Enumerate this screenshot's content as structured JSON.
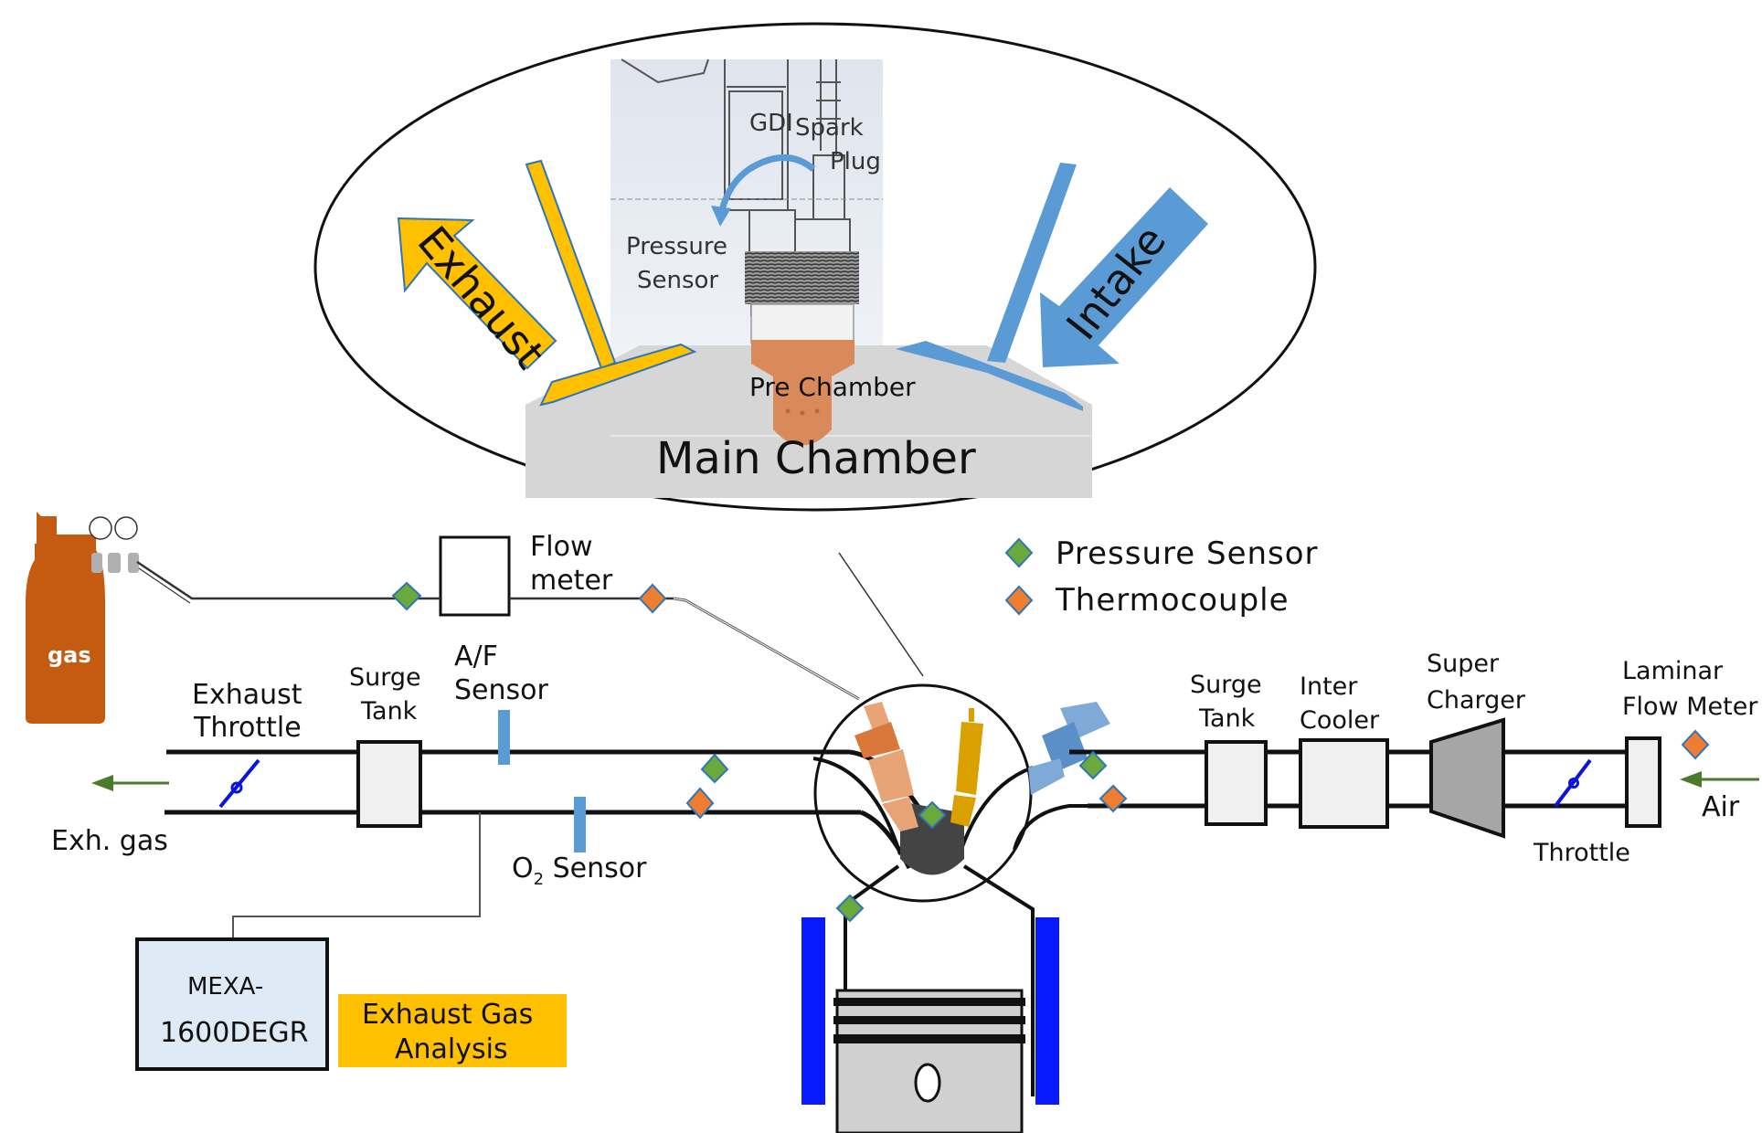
{
  "zoom_view": {
    "exhaust_arrow_label": "Exhaust",
    "intake_arrow_label": "Intake",
    "gdi_label": "GDI",
    "spark_plug_label_line1": "Spark",
    "spark_plug_label_line2": "Plug",
    "pressure_sensor_label_line1": "Pressure",
    "pressure_sensor_label_line2": "Sensor",
    "pre_chamber_label": "Pre Chamber",
    "main_chamber_label": "Main Chamber"
  },
  "legend": {
    "items": [
      {
        "label": "Pressure Sensor",
        "color": "#6aaa3c"
      },
      {
        "label": "Thermocouple",
        "color": "#ee7d31"
      }
    ],
    "marker_outline": "#2e75b6"
  },
  "gas_supply": {
    "bottle_label": "gas",
    "bottle_color": "#c55a11",
    "flow_meter_label_line1": "Flow",
    "flow_meter_label_line2": "meter"
  },
  "exhaust_side": {
    "exhaust_throttle_line1": "Exhaust",
    "exhaust_throttle_line2": "Throttle",
    "surge_tank_line1": "Surge",
    "surge_tank_line2": "Tank",
    "af_sensor_line1": "A/F",
    "af_sensor_line2": "Sensor",
    "o2_sensor_main": "O",
    "o2_sensor_sub": "2",
    "o2_sensor_rest": " Sensor",
    "outlet_label": "Exh. gas"
  },
  "intake_side": {
    "surge_tank_line1": "Surge",
    "surge_tank_line2": "Tank",
    "inter_cooler_line1": "Inter",
    "inter_cooler_line2": "Cooler",
    "super_charger_line1": "Super",
    "super_charger_line2": "Charger",
    "laminar_line1": "Laminar",
    "laminar_line2": "Flow Meter",
    "throttle_label": "Throttle",
    "inlet_label": "Air"
  },
  "analyzer": {
    "model_line1": "MEXA-",
    "model_line2": "1600DEGR",
    "function_line1": "Exhaust Gas",
    "function_line2": "Analysis"
  },
  "colors": {
    "exhaust_yellow": "#ffc000",
    "intake_blue": "#5b9bd5",
    "sensor_bar_blue": "#5b9bd5",
    "throttle_valve_blue": "#0a14e0",
    "coolant_blue": "#0a1aff",
    "flow_arrow_green": "#4a7a2a",
    "analyzer_fill": "#deebf7",
    "analysis_label_fill": "#ffc000",
    "pre_chamber_copper": "#d9895a",
    "chamber_gray": "#d6d6d6",
    "component_gray": "#a6a6a6"
  }
}
